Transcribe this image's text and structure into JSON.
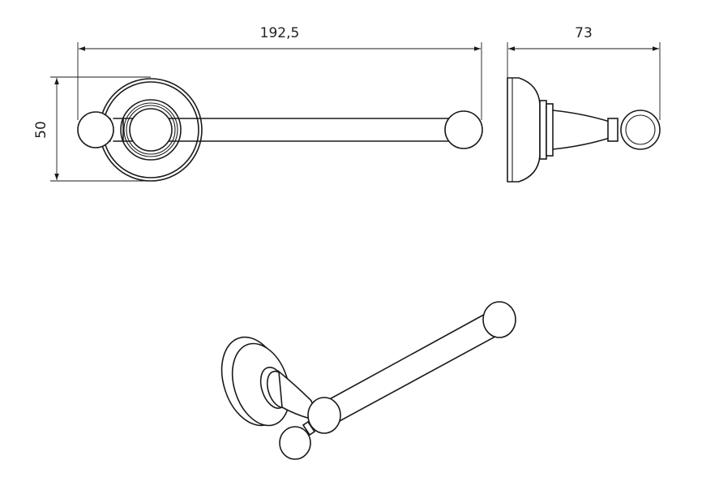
{
  "dimensions": {
    "front_width": "192,5",
    "front_height": "50",
    "side_depth": "73"
  }
}
